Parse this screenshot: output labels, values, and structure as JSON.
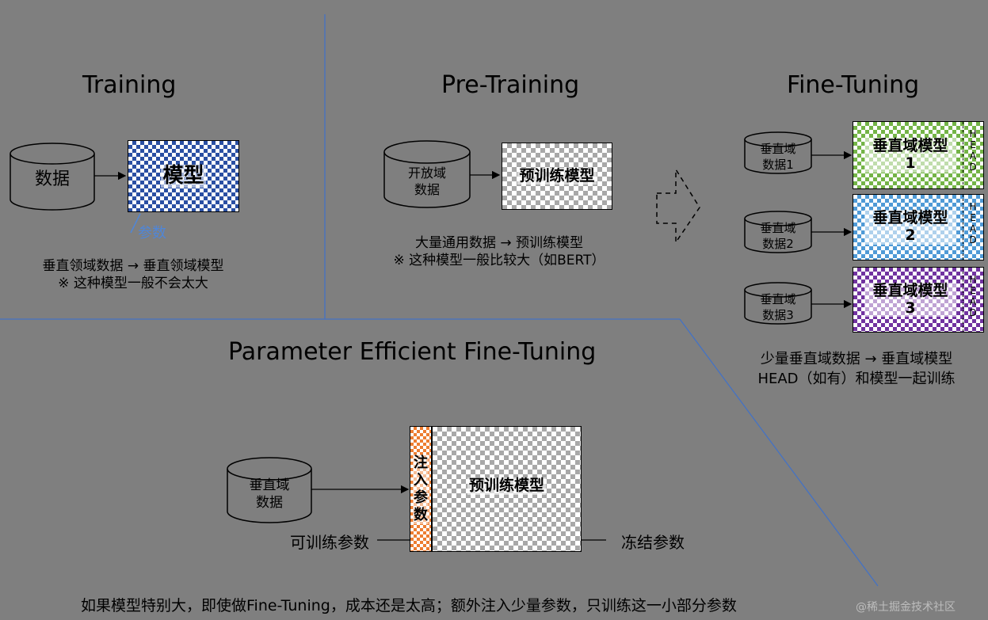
{
  "training": {
    "title": "Training",
    "data_label": "数据",
    "model_label": "模型",
    "param_label": "参数",
    "caption_lines": [
      "垂直领域数据 → 垂直领域模型",
      "※ 这种模型一般不会太大"
    ]
  },
  "pretraining": {
    "title": "Pre-Training",
    "data_label_lines": [
      "开放域",
      "数据"
    ],
    "model_label": "预训练模型",
    "caption_lines": [
      "大量通用数据 → 预训练模型",
      "※ 这种模型一般比较大（如BERT）"
    ]
  },
  "finetuning": {
    "title": "Fine-Tuning",
    "head_label": "HEAD",
    "items": [
      {
        "data_lines": [
          "垂直域",
          "数据1"
        ],
        "model_line1": "垂直域模型",
        "model_line2": "1",
        "color": "#74b447"
      },
      {
        "data_lines": [
          "垂直域",
          "数据2"
        ],
        "model_line1": "垂直域模型",
        "model_line2": "2",
        "color": "#4f9ad6"
      },
      {
        "data_lines": [
          "垂直域",
          "数据3"
        ],
        "model_line1": "垂直域模型",
        "model_line2": "3",
        "color": "#7133a0"
      }
    ],
    "caption_lines": [
      "少量垂直域数据 → 垂直域模型",
      "HEAD（如有）和模型一起训练"
    ]
  },
  "peft": {
    "title": "Parameter Efficient Fine-Tuning",
    "data_label_lines": [
      "垂直域",
      "数据"
    ],
    "inject_label": "注入参数",
    "model_label": "预训练模型",
    "trainable_label": "可训练参数",
    "frozen_label": "冻结参数",
    "caption": "如果模型特别大，即使做Fine-Tuning，成本还是太高；额外注入少量参数，只训练这一小部分参数"
  },
  "watermark": "@稀土掘金技术社区",
  "colors": {
    "background": "#7f7f7f",
    "divider": "#4472c4",
    "param_text": "#4f86d8"
  }
}
